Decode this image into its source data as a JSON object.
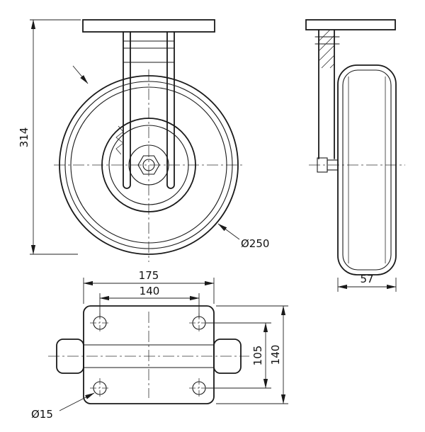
{
  "meta": {
    "background_color": "#ffffff",
    "line_color": "#1a1a1a",
    "drawing_type": "caster-wheel-technical-drawing"
  },
  "dims": {
    "overall_height": "314",
    "wheel_diameter": "Ø250",
    "wheel_width": "57",
    "plate_length": "175",
    "bolt_spacing_length": "140",
    "bolt_spacing_width": "105",
    "plate_width": "140",
    "bolt_hole_diameter": "Ø15"
  }
}
